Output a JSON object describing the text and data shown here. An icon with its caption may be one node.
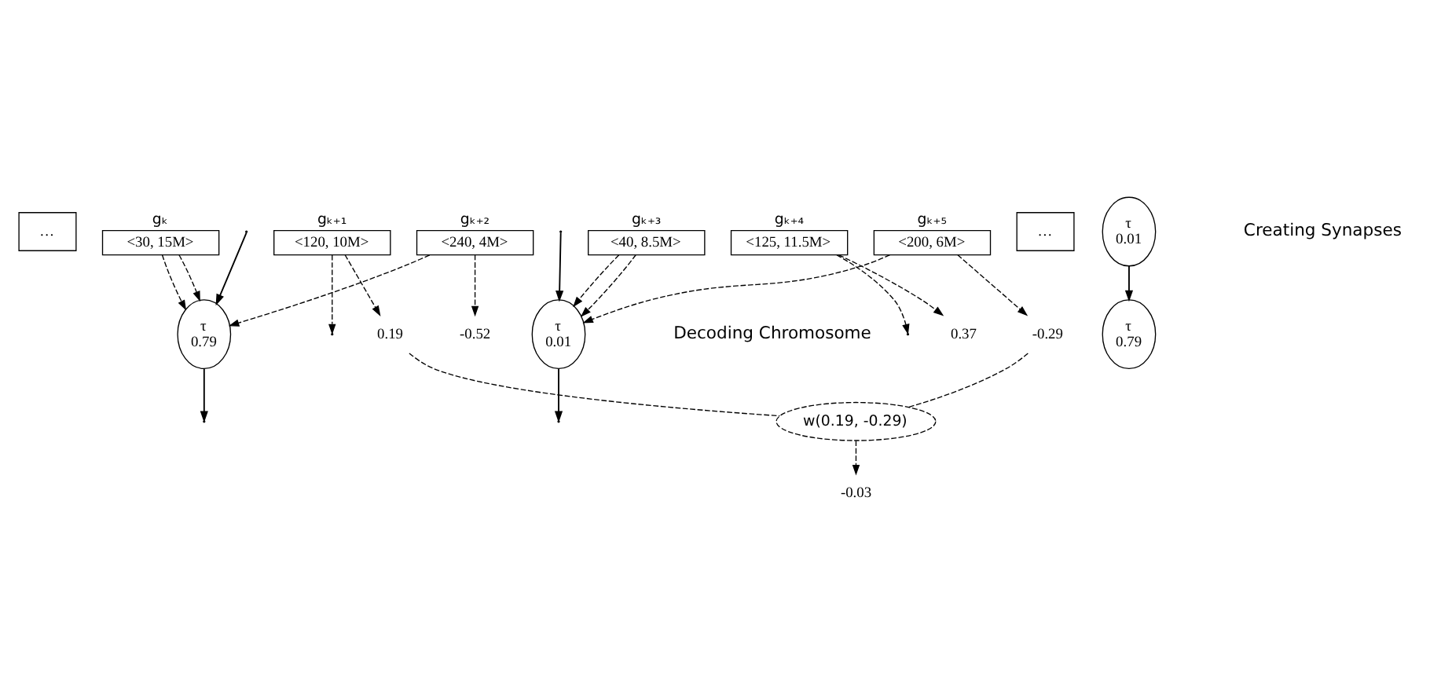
{
  "diagram": {
    "nodes": [
      {
        "text": [
          "…"
        ]
      },
      {
        "text": [
          "gₖ",
          "<30, 15M>"
        ]
      },
      {
        "text": [
          "gₖ₊₁",
          "<120, 10M>"
        ]
      },
      {
        "text": [
          "gₖ₊₂",
          "<240, 4M>"
        ]
      },
      {
        "text": [
          "gₖ₊₃",
          "<40, 8.5M>"
        ]
      },
      {
        "text": [
          "gₖ₊₄",
          "<125, 11.5M>"
        ]
      },
      {
        "text": [
          "gₖ₊₅",
          "<200, 6M>"
        ]
      },
      {
        "text": [
          "…"
        ]
      },
      {
        "text": [
          "τ",
          "0.79"
        ]
      },
      {
        "text": [
          "τ",
          "0.01"
        ]
      },
      {
        "text": [
          "0.19"
        ]
      },
      {
        "text": [
          "-0.52"
        ]
      },
      {
        "text": [
          "0.37"
        ]
      },
      {
        "text": [
          "-0.29"
        ]
      },
      {
        "text": [
          "τ",
          "0.79"
        ]
      },
      {
        "text": [
          "τ",
          "0.01"
        ]
      },
      {
        "text": [
          "w(0.19, -0.29)"
        ]
      },
      {
        "text": [
          "-0.03"
        ]
      }
    ],
    "edges": [
      {
        "from": 1,
        "to": 8,
        "arrow": "to",
        "style": "dashed"
      },
      {
        "from": 1,
        "to": 8,
        "arrow": "to",
        "style": "dashed"
      },
      {
        "from": 2,
        "to": null,
        "arrow": "to",
        "style": "dashed"
      },
      {
        "from": 2,
        "to": 10,
        "arrow": "to",
        "style": "dashed"
      },
      {
        "from": 3,
        "to": 8,
        "arrow": "to",
        "style": "dashed"
      },
      {
        "from": 3,
        "to": 11,
        "arrow": "to",
        "style": "dashed"
      },
      {
        "from": 4,
        "to": 9,
        "arrow": "to",
        "style": "dashed"
      },
      {
        "from": 4,
        "to": 9,
        "arrow": "to",
        "style": "dashed"
      },
      {
        "from": 5,
        "to": null,
        "arrow": "to",
        "style": "dashed"
      },
      {
        "from": 5,
        "to": 12,
        "arrow": "to",
        "style": "dashed"
      },
      {
        "from": 6,
        "to": 9,
        "arrow": "to",
        "style": "dashed"
      },
      {
        "from": 6,
        "to": 13,
        "arrow": "to",
        "style": "dashed"
      },
      {
        "from": null,
        "to": 8,
        "arrow": "to"
      },
      {
        "from": 8,
        "to": null,
        "arrow": "to"
      },
      {
        "from": null,
        "to": 9,
        "arrow": "to"
      },
      {
        "from": 9,
        "to": null,
        "arrow": "to"
      },
      {
        "from": 10,
        "to": 16,
        "arrow": "none",
        "style": "dashed"
      },
      {
        "from": 13,
        "to": 16,
        "arrow": "none",
        "style": "dashed"
      },
      {
        "from": 16,
        "to": 17,
        "arrow": "to",
        "style": "dashed"
      },
      {
        "from": 15,
        "to": 14,
        "arrow": "to"
      }
    ],
    "labels": [
      "Decoding Chromosome",
      "Creating Synapses"
    ]
  }
}
